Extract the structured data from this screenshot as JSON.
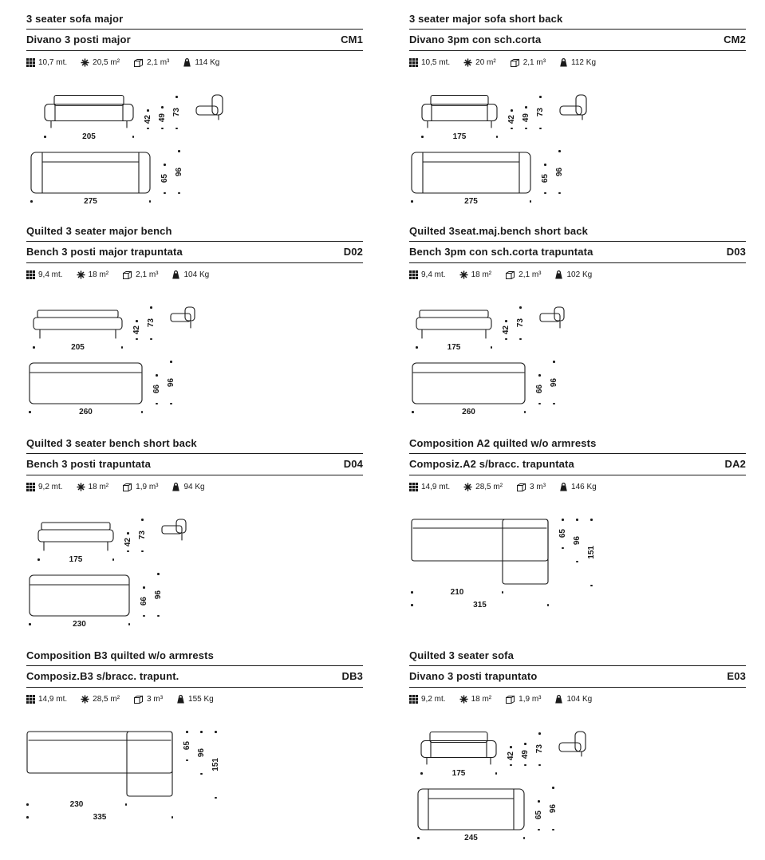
{
  "colors": {
    "ink": "#1a1a1a",
    "background": "#ffffff"
  },
  "products": [
    {
      "title_en": "3 seater sofa major",
      "title_it": "Divano 3 posti major",
      "code": "CM1",
      "specs": {
        "meters": "10,7 mt.",
        "area": "20,5 m²",
        "volume": "2,1 m³",
        "weight": "114 Kg"
      },
      "dims": {
        "front_width": "205",
        "heights": [
          "42",
          "49",
          "73"
        ],
        "plan_width": "275",
        "depths": [
          "65",
          "96"
        ]
      }
    },
    {
      "title_en": "3 seater major sofa short back",
      "title_it": "Divano 3pm con sch.corta",
      "code": "CM2",
      "specs": {
        "meters": "10,5 mt.",
        "area": "20 m²",
        "volume": "2,1 m³",
        "weight": "112 Kg"
      },
      "dims": {
        "front_width": "175",
        "heights": [
          "42",
          "49",
          "73"
        ],
        "plan_width": "275",
        "depths": [
          "65",
          "96"
        ]
      }
    },
    {
      "title_en": "Quilted 3 seater major bench",
      "title_it": "Bench 3 posti major trapuntata",
      "code": "D02",
      "specs": {
        "meters": "9,4 mt.",
        "area": "18 m²",
        "volume": "2,1 m³",
        "weight": "104 Kg"
      },
      "dims": {
        "front_width": "205",
        "heights": [
          "42",
          "73"
        ],
        "plan_width": "260",
        "depths": [
          "66",
          "96"
        ]
      }
    },
    {
      "title_en": "Quilted 3seat.maj.bench short back",
      "title_it": "Bench 3pm con sch.corta trapuntata",
      "code": "D03",
      "specs": {
        "meters": "9,4 mt.",
        "area": "18 m²",
        "volume": "2,1 m³",
        "weight": "102 Kg"
      },
      "dims": {
        "front_width": "175",
        "heights": [
          "42",
          "73"
        ],
        "plan_width": "260",
        "depths": [
          "66",
          "96"
        ]
      }
    },
    {
      "title_en": "Quilted 3 seater bench short back",
      "title_it": "Bench 3 posti trapuntata",
      "code": "D04",
      "specs": {
        "meters": "9,2 mt.",
        "area": "18 m²",
        "volume": "1,9 m³",
        "weight": "94 Kg"
      },
      "dims": {
        "front_width": "175",
        "heights": [
          "42",
          "73"
        ],
        "plan_width": "230",
        "depths": [
          "66",
          "96"
        ]
      }
    },
    {
      "title_en": "Composition A2 quilted w/o armrests",
      "title_it": "Composiz.A2 s/bracc. trapuntata",
      "code": "DA2",
      "specs": {
        "meters": "14,9 mt.",
        "area": "28,5 m²",
        "volume": "3 m³",
        "weight": "146 Kg"
      },
      "dims": {
        "widths": [
          "210",
          "315"
        ],
        "depths": [
          "65",
          "96",
          "151"
        ]
      }
    },
    {
      "title_en": "Composition B3 quilted w/o armrests",
      "title_it": "Composiz.B3 s/bracc. trapunt.",
      "code": "DB3",
      "specs": {
        "meters": "14,9 mt.",
        "area": "28,5 m²",
        "volume": "3 m³",
        "weight": "155 Kg"
      },
      "dims": {
        "widths": [
          "230",
          "335"
        ],
        "depths": [
          "65",
          "96",
          "151"
        ]
      }
    },
    {
      "title_en": "Quilted 3 seater sofa",
      "title_it": "Divano 3 posti trapuntato",
      "code": "E03",
      "specs": {
        "meters": "9,2 mt.",
        "area": "18 m²",
        "volume": "1,9 m³",
        "weight": "104 Kg"
      },
      "dims": {
        "front_width": "175",
        "heights": [
          "42",
          "49",
          "73"
        ],
        "plan_width": "245",
        "depths": [
          "65",
          "96"
        ]
      }
    }
  ]
}
